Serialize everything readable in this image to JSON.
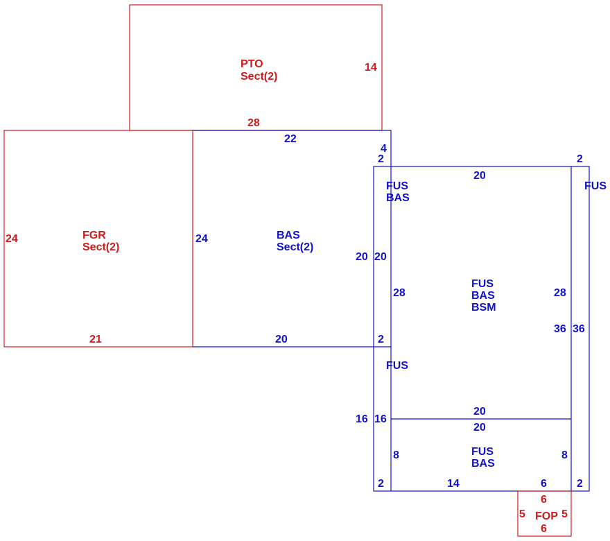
{
  "colors": {
    "red": "#d11a1a",
    "blue": "#1111cc"
  },
  "areas": {
    "pto": {
      "line1": "PTO",
      "line2": "Sect(2)"
    },
    "fgr": {
      "line1": "FGR",
      "line2": "Sect(2)"
    },
    "bas": {
      "line1": "BAS",
      "line2": "Sect(2)"
    },
    "fus_bas_top": {
      "line1": "FUS",
      "line2": "BAS"
    },
    "fus_bas_bsm": {
      "line1": "FUS",
      "line2": "BAS",
      "line3": "BSM"
    },
    "fus_right": {
      "line1": "FUS"
    },
    "fus_mid_left": {
      "line1": "FUS"
    },
    "fus_bas_bottom": {
      "line1": "FUS",
      "line2": "BAS"
    },
    "fop": {
      "line1": "FOP"
    }
  },
  "dimensions": {
    "pto_bottom": "28",
    "pto_right": "14",
    "fgr_left": "24",
    "fgr_bottom": "21",
    "bas_top": "22",
    "bas_left": "24",
    "bas_bottom": "20",
    "bas_step_4": "4",
    "bas_step_2_top": "2",
    "bas_step_2_bottom": "2",
    "fus_left_20": "20",
    "fus_inner_20": "20",
    "fus_top_20": "20",
    "fus_top_right_2": "2",
    "fus_left_28": "28",
    "fus_right_28": "28",
    "fus_36": "36",
    "fus_outer_36": "36",
    "fus_left_16": "16",
    "fus_inner_16": "16",
    "divider_20_upper": "20",
    "divider_20_lower": "20",
    "lower_left_8": "8",
    "lower_right_8": "8",
    "bottom_left_2": "2",
    "bottom_14": "14",
    "bottom_6": "6",
    "bottom_right_2": "2",
    "fop_top": "6",
    "fop_bottom": "6",
    "fop_left": "5",
    "fop_right": "5"
  }
}
